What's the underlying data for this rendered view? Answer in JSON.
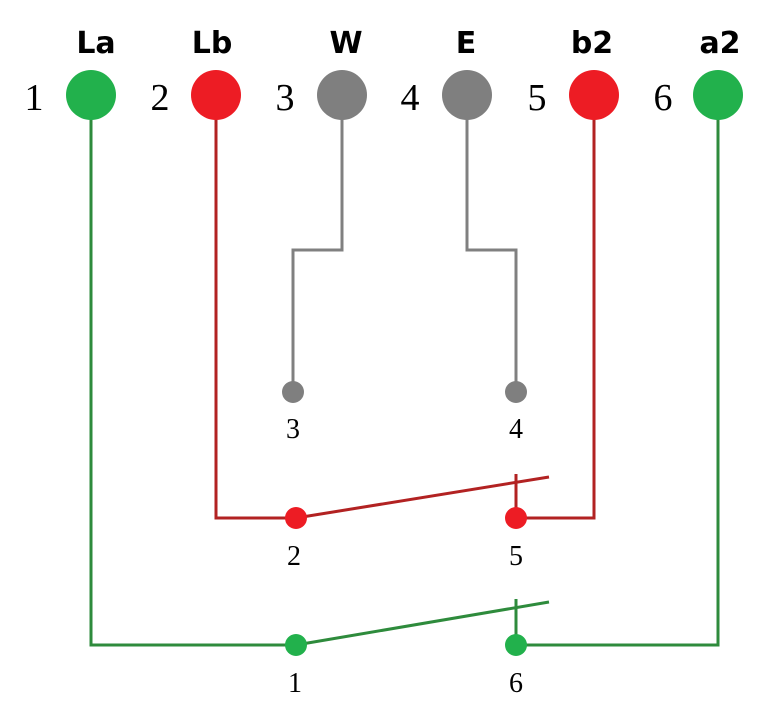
{
  "colors": {
    "green": "#22b14c",
    "red": "#ed1c24",
    "gray": "#7f7f7f",
    "wire_green": "#2e8b3c",
    "wire_red": "#b22222",
    "wire_gray": "#808080"
  },
  "top_terminals": [
    {
      "number": "1",
      "label": "La",
      "color": "green"
    },
    {
      "number": "2",
      "label": "Lb",
      "color": "red"
    },
    {
      "number": "3",
      "label": "W",
      "color": "gray"
    },
    {
      "number": "4",
      "label": "E",
      "color": "gray"
    },
    {
      "number": "5",
      "label": "b2",
      "color": "red"
    },
    {
      "number": "6",
      "label": "a2",
      "color": "green"
    }
  ],
  "switch_contacts": [
    {
      "number": "3",
      "color": "gray"
    },
    {
      "number": "4",
      "color": "gray"
    },
    {
      "number": "2",
      "color": "red"
    },
    {
      "number": "5",
      "color": "red"
    },
    {
      "number": "1",
      "color": "green"
    },
    {
      "number": "6",
      "color": "green"
    }
  ]
}
